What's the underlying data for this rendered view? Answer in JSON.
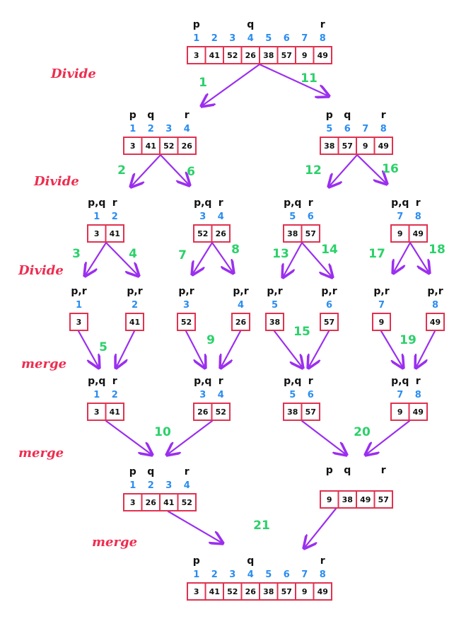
{
  "phases": [
    "Divide",
    "Divide",
    "Divide",
    "merge",
    "merge",
    "merge"
  ],
  "arrays": [
    {
      "values": [
        "3",
        "41",
        "52",
        "26",
        "38",
        "57",
        "9",
        "49"
      ],
      "indices": [
        "1",
        "2",
        "3",
        "4",
        "5",
        "6",
        "7",
        "8"
      ],
      "pqr": [
        "p",
        "q",
        "r"
      ]
    },
    {
      "values": [
        "3",
        "41",
        "52",
        "26"
      ],
      "indices": [
        "1",
        "2",
        "3",
        "4"
      ],
      "pqr": [
        "p",
        "q",
        "r"
      ]
    },
    {
      "values": [
        "38",
        "57",
        "9",
        "49"
      ],
      "indices": [
        "5",
        "6",
        "7",
        "8"
      ],
      "pqr": [
        "p",
        "q",
        "r"
      ]
    },
    {
      "values": [
        "3",
        "41"
      ],
      "indices": [
        "1",
        "2"
      ],
      "pqr": [
        "p,q",
        "r"
      ]
    },
    {
      "values": [
        "52",
        "26"
      ],
      "indices": [
        "3",
        "4"
      ],
      "pqr": [
        "p,q",
        "r"
      ]
    },
    {
      "values": [
        "38",
        "57"
      ],
      "indices": [
        "5",
        "6"
      ],
      "pqr": [
        "p,q",
        "r"
      ]
    },
    {
      "values": [
        "9",
        "49"
      ],
      "indices": [
        "7",
        "8"
      ],
      "pqr": [
        "p,q",
        "r"
      ]
    },
    {
      "values": [
        "3"
      ],
      "indices": [
        "1"
      ],
      "pqr": [
        "p,r"
      ]
    },
    {
      "values": [
        "41"
      ],
      "indices": [
        "2"
      ],
      "pqr": [
        "p,r"
      ]
    },
    {
      "values": [
        "52"
      ],
      "indices": [
        "3"
      ],
      "pqr": [
        "p,r"
      ]
    },
    {
      "values": [
        "26"
      ],
      "indices": [
        "4"
      ],
      "pqr": [
        "p,r"
      ]
    },
    {
      "values": [
        "38"
      ],
      "indices": [
        "5"
      ],
      "pqr": [
        "p,r"
      ]
    },
    {
      "values": [
        "57"
      ],
      "indices": [
        "6"
      ],
      "pqr": [
        "p,r"
      ]
    },
    {
      "values": [
        "9"
      ],
      "indices": [
        "7"
      ],
      "pqr": [
        "p,r"
      ]
    },
    {
      "values": [
        "49"
      ],
      "indices": [
        "8"
      ],
      "pqr": [
        "p,r"
      ]
    },
    {
      "values": [
        "3",
        "41"
      ],
      "indices": [
        "1",
        "2"
      ],
      "pqr": [
        "p,q",
        "r"
      ]
    },
    {
      "values": [
        "26",
        "52"
      ],
      "indices": [
        "3",
        "4"
      ],
      "pqr": [
        "p,q",
        "r"
      ]
    },
    {
      "values": [
        "38",
        "57"
      ],
      "indices": [
        "5",
        "6"
      ],
      "pqr": [
        "p,q",
        "r"
      ]
    },
    {
      "values": [
        "9",
        "49"
      ],
      "indices": [
        "7",
        "8"
      ],
      "pqr": [
        "p,q",
        "r"
      ]
    },
    {
      "values": [
        "3",
        "26",
        "41",
        "52"
      ],
      "indices": [
        "1",
        "2",
        "3",
        "4"
      ],
      "pqr": [
        "p",
        "q",
        "r"
      ]
    },
    {
      "values": [
        "9",
        "38",
        "49",
        "57"
      ],
      "indices": [],
      "pqr": [
        "p",
        "q",
        "r"
      ]
    },
    {
      "values": [
        "3",
        "41",
        "52",
        "26",
        "38",
        "57",
        "9",
        "49"
      ],
      "indices": [
        "1",
        "2",
        "3",
        "4",
        "5",
        "6",
        "7",
        "8"
      ],
      "pqr": [
        "p",
        "q",
        "r"
      ]
    }
  ],
  "steps": [
    "1",
    "11",
    "2",
    "6",
    "12",
    "16",
    "3",
    "4",
    "7",
    "8",
    "13",
    "14",
    "17",
    "18",
    "5",
    "9",
    "15",
    "19",
    "10",
    "20",
    "21"
  ],
  "colors": {
    "box": "#e0324f",
    "arrow": "#9b2ff0",
    "index": "#2a8df0",
    "step": "#2bd16a",
    "phase": "#ee2d4f",
    "value": "#111111"
  }
}
